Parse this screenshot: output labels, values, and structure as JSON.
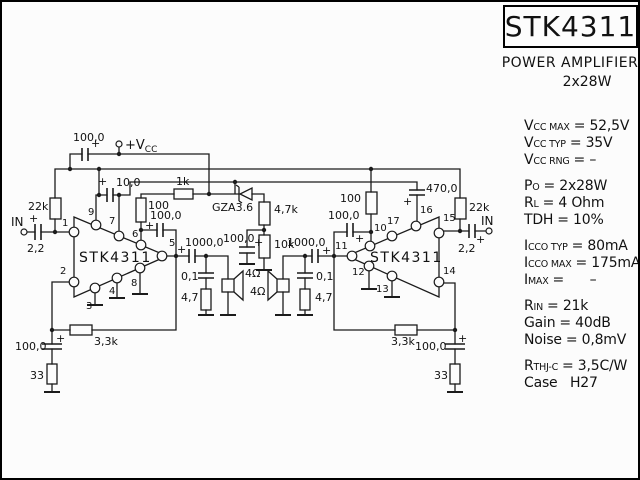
{
  "title_panel": {
    "title": "STK4311",
    "subtitle1": "POWER AMPLIFIER",
    "subtitle2": "2x28W",
    "specs": [
      {
        "a": "V",
        "b": "CC MAX",
        "v": "= 52,5V"
      },
      {
        "a": "V",
        "b": "CC TYP",
        "v": "= 35V"
      },
      {
        "a": "V",
        "b": "CC RNG",
        "v": "= –"
      },
      {
        "a": "P",
        "b": "O",
        "v": "= 2x28W"
      },
      {
        "a": "R",
        "b": "L",
        "v": "= 4 Ohm"
      },
      {
        "a": "TDH",
        "b": "",
        "v": "= 10%"
      },
      {
        "a": "I",
        "b": "CCO TYP",
        "v": "= 80mA"
      },
      {
        "a": "I",
        "b": "CCO MAX",
        "v": "= 175mA"
      },
      {
        "a": "I",
        "b": "MAX",
        "v": "=      –"
      },
      {
        "a": "R",
        "b": "IN",
        "v": "= 21k"
      },
      {
        "a": "Gain",
        "b": "",
        "v": "= 40dB"
      },
      {
        "a": "Noise",
        "b": "",
        "v": "= 0,8mV"
      },
      {
        "a": "R",
        "b": "THJ-C",
        "v": "= 3,5C/W"
      },
      {
        "a": "Case",
        "b": "",
        "v": "  H27"
      }
    ]
  },
  "sch": {
    "plus": "+",
    "amp_left": "STK4311",
    "amp_right": "STK4311",
    "vcc_main": "+V",
    "vcc_sub": "CC",
    "labels": {
      "in_left": "IN",
      "in_right": "IN",
      "cap_in_left": "2,2",
      "cap_in_right": "2,2",
      "r_in_left": "22k",
      "r_in_right": "22k",
      "cap_supply": "100,0",
      "cap_ripple": "10,0",
      "r_bias_left": "100",
      "r_bias_right": "100",
      "r_1k": "1k",
      "zener": "GZA3.6",
      "r_4k7": "4,7k",
      "r_10k": "10k",
      "cap_mute": "100,0",
      "cap_p6": "100,0",
      "cap_p10": "100,0",
      "cap_out_left": "1000,0",
      "cap_out_right": "1000,0",
      "cap_zobel_left": "0,1",
      "cap_zobel_right": "0,1",
      "r_zobel_left": "4,7",
      "r_zobel_right": "4,7",
      "spk_left": "4Ω",
      "spk_right": "4Ω",
      "cap_boot": "470,0",
      "r_fb_left": "3,3k",
      "r_fb_right": "3,3k",
      "cap_fb_left": "100,0",
      "cap_fb_right": "100,0",
      "r_gnd_left": "33",
      "r_gnd_right": "33"
    },
    "pins": {
      "p1": "1",
      "p2": "2",
      "p3": "3",
      "p4": "4",
      "p5": "5",
      "p6": "6",
      "p7": "7",
      "p8": "8",
      "p9": "9",
      "p10": "10",
      "p11": "11",
      "p12": "12",
      "p13": "13",
      "p14": "14",
      "p15": "15",
      "p16": "16",
      "p17": "17"
    }
  }
}
